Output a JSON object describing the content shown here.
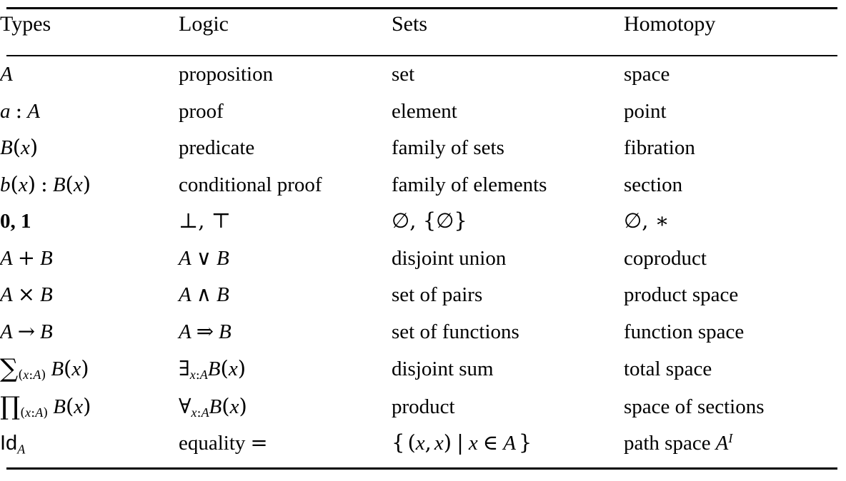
{
  "table": {
    "headers": [
      "Types",
      "Logic",
      "Sets",
      "Homotopy"
    ],
    "rows": [
      {
        "types": "A",
        "logic": "proposition",
        "sets": "set",
        "homotopy": "space"
      },
      {
        "types": "a : A",
        "logic": "proof",
        "sets": "element",
        "homotopy": "point"
      },
      {
        "types": "B(x)",
        "logic": "predicate",
        "sets": "family of sets",
        "homotopy": "fibration"
      },
      {
        "types": "b(x) : B(x)",
        "logic": "conditional proof",
        "sets": "family of elements",
        "homotopy": "section"
      },
      {
        "types": "0, 1",
        "logic": "⊥, ⊤",
        "sets": "∅, {∅}",
        "homotopy": "∅, ∗"
      },
      {
        "types": "A + B",
        "logic": "A ∨ B",
        "sets": "disjoint union",
        "homotopy": "coproduct"
      },
      {
        "types": "A × B",
        "logic": "A ∧ B",
        "sets": "set of pairs",
        "homotopy": "product space"
      },
      {
        "types": "A → B",
        "logic": "A ⇒ B",
        "sets": "set of functions",
        "homotopy": "function space"
      },
      {
        "types": "∑(x:A) B(x)",
        "logic": "∃x:A B(x)",
        "sets": "disjoint sum",
        "homotopy": "total space"
      },
      {
        "types": "∏(x:A) B(x)",
        "logic": "∀x:A B(x)",
        "sets": "product",
        "homotopy": "space of sections"
      },
      {
        "types": "Id A",
        "logic": "equality =",
        "sets": "{ (x, x) | x ∈ A }",
        "homotopy": "path space A^I"
      }
    ]
  },
  "style": {
    "background": "#ffffff",
    "text_color": "#000000",
    "rule_color": "#000000"
  }
}
